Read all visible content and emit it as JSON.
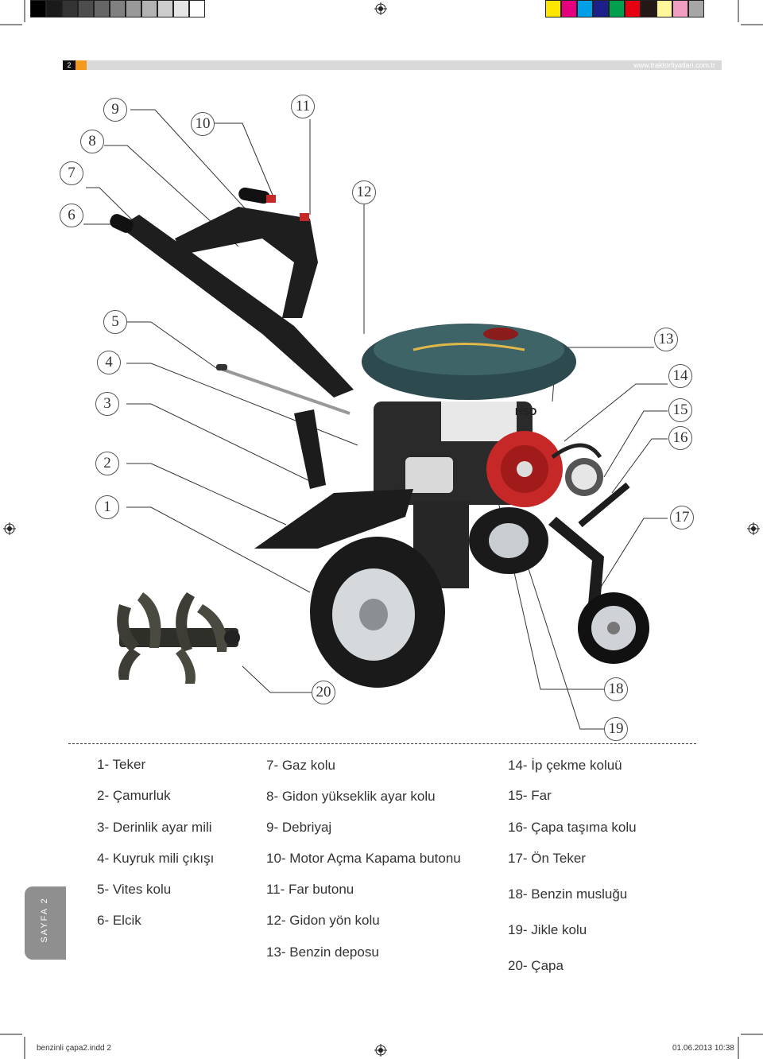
{
  "header": {
    "page_number": "2",
    "website": "www.traktorfiyatlari.com.tr"
  },
  "print_marks": {
    "gray_scale": [
      "#000000",
      "#1a1a1a",
      "#333333",
      "#4d4d4d",
      "#666666",
      "#808080",
      "#999999",
      "#b3b3b3",
      "#cccccc",
      "#e6e6e6",
      "#ffffff"
    ],
    "color_bar": [
      "#ffe600",
      "#e4007f",
      "#00a0e9",
      "#1d2088",
      "#00a04f",
      "#e60012",
      "#231815",
      "#fff799",
      "#f19ec2",
      "#a6a6a6"
    ]
  },
  "callouts": [
    "1",
    "2",
    "3",
    "4",
    "5",
    "6",
    "7",
    "8",
    "9",
    "10",
    "11",
    "12",
    "13",
    "14",
    "15",
    "16",
    "17",
    "18",
    "19",
    "20"
  ],
  "legend": {
    "column1": [
      "1- Teker",
      "2- Çamurluk",
      "3- Derinlik ayar mili",
      "4- Kuyruk mili çıkışı",
      "5- Vites kolu",
      "6- Elcik"
    ],
    "column2": [
      "7- Gaz kolu",
      "8- Gidon yükseklik ayar kolu",
      "9- Debriyaj",
      "10- Motor Açma Kapama butonu",
      "11- Far butonu",
      "12- Gidon yön kolu",
      "13- Benzin deposu"
    ],
    "column3": [
      "14- İp çekme koluü",
      "15- Far",
      "16- Çapa taşıma kolu",
      "17- Ön Teker",
      "18- Benzin musluğu",
      "19- Jikle kolu",
      "20- Çapa"
    ]
  },
  "side_tab": "SAYFA 2",
  "footer": {
    "file": "benzinli çapa2.indd   2",
    "date": "01.06.2013   10:38"
  },
  "image_labels": {
    "engine_brand": "HSD"
  }
}
